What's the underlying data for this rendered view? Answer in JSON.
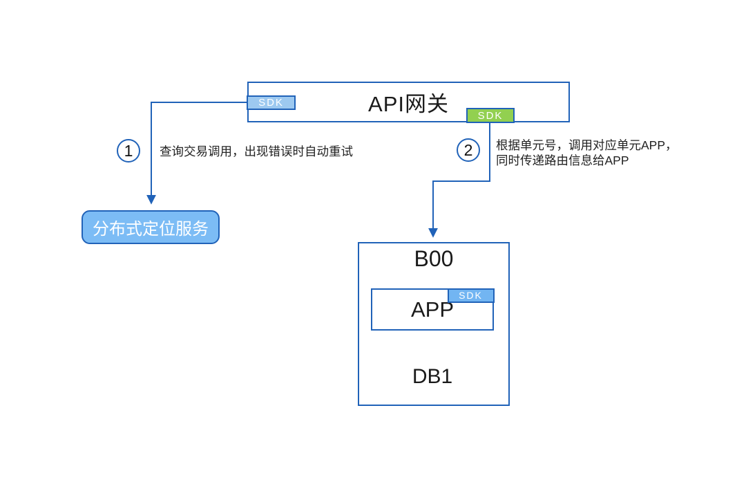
{
  "colors": {
    "accent": "#2062B8",
    "sdk_light": "#9DC9F0",
    "sdk_green": "#92D050",
    "app_sdk": "#72B5F2",
    "service_fill": "#7CBCF5",
    "ink": "#1a1a1a"
  },
  "gateway": {
    "title": "API网关",
    "sdk_left_label": "SDK",
    "sdk_right_label": "SDK"
  },
  "steps": [
    {
      "number": "1",
      "lines": [
        "查询交易调用，出现错误时自动重试"
      ]
    },
    {
      "number": "2",
      "lines": [
        "根据单元号，调用对应单元APP，",
        "同时传递路由信息给APP"
      ]
    }
  ],
  "service": {
    "label": "分布式定位服务"
  },
  "unit": {
    "title": "B00",
    "app": {
      "label": "APP",
      "sdk_label": "SDK"
    },
    "database": {
      "label": "DB1"
    }
  }
}
